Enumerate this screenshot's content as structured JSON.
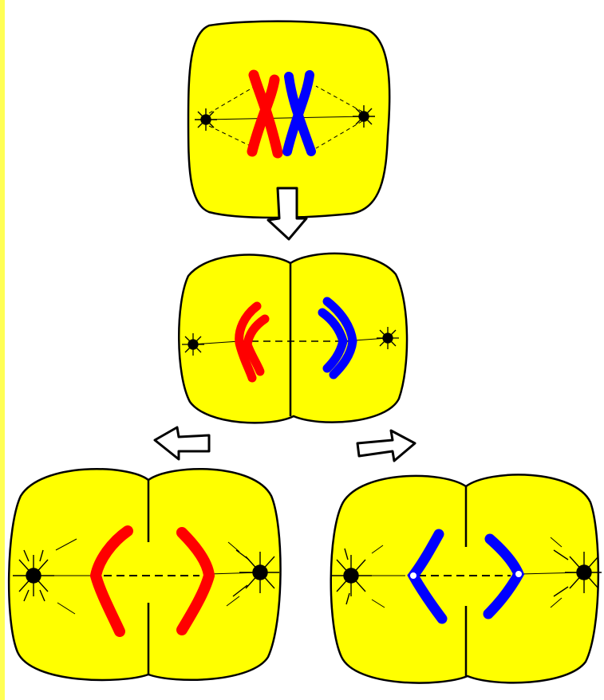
{
  "colors": {
    "cell_fill": "#ffff00",
    "outline": "#000000",
    "maternal_chromosome": "#ff0000",
    "paternal_chromosome": "#0000ff",
    "arrow_fill": "#ffffff",
    "background": "#ffffff"
  },
  "stages": [
    {
      "id": "metaphase",
      "chromosomes": [
        "red-x",
        "blue-x"
      ]
    },
    {
      "id": "anaphase-1",
      "chromosomes": [
        "red-v",
        "blue-v"
      ]
    },
    {
      "id": "division-left",
      "chromosomes": [
        "red-v",
        "red-v"
      ]
    },
    {
      "id": "division-right",
      "chromosomes": [
        "blue-v",
        "blue-v"
      ]
    }
  ],
  "arrows": [
    {
      "direction": "down"
    },
    {
      "direction": "down-left"
    },
    {
      "direction": "down-right"
    }
  ]
}
